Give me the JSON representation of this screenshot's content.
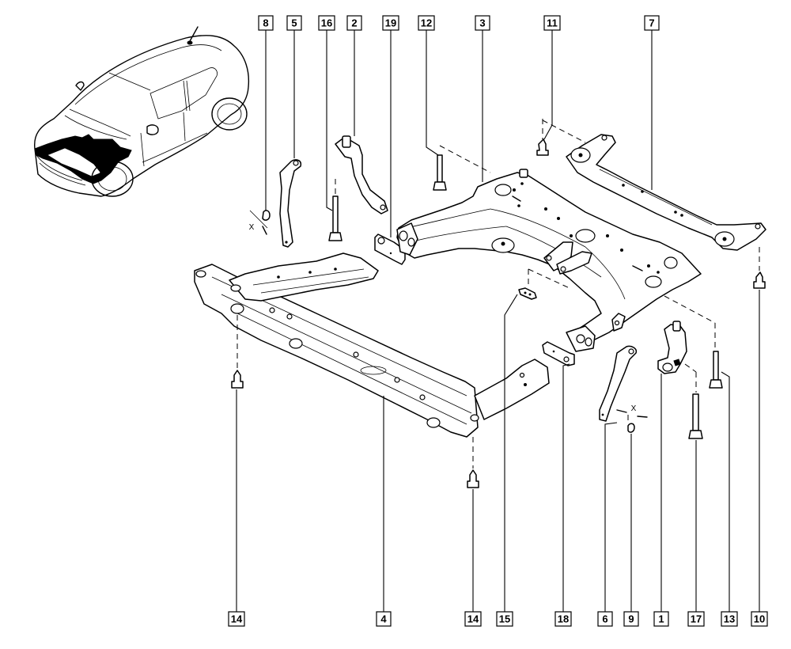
{
  "diagram": {
    "title": "Front subframe assembly - exploded parts diagram",
    "callouts_top": [
      {
        "id": "c8",
        "label": "8"
      },
      {
        "id": "c5",
        "label": "5"
      },
      {
        "id": "c16",
        "label": "16"
      },
      {
        "id": "c2",
        "label": "2"
      },
      {
        "id": "c19",
        "label": "19"
      },
      {
        "id": "c12",
        "label": "12"
      },
      {
        "id": "c3",
        "label": "3"
      },
      {
        "id": "c11",
        "label": "11"
      },
      {
        "id": "c7",
        "label": "7"
      }
    ],
    "callouts_bottom": [
      {
        "id": "c14a",
        "label": "14"
      },
      {
        "id": "c4",
        "label": "4"
      },
      {
        "id": "c14b",
        "label": "14"
      },
      {
        "id": "c15",
        "label": "15"
      },
      {
        "id": "c18",
        "label": "18"
      },
      {
        "id": "c6",
        "label": "6"
      },
      {
        "id": "c9",
        "label": "9"
      },
      {
        "id": "c1",
        "label": "1"
      },
      {
        "id": "c17",
        "label": "17"
      },
      {
        "id": "c13",
        "label": "13"
      },
      {
        "id": "c10",
        "label": "10"
      }
    ],
    "annotations": {
      "x_mark_left": "X",
      "x_mark_right": "X"
    },
    "colors": {
      "line": "#000000",
      "background": "#ffffff"
    }
  }
}
